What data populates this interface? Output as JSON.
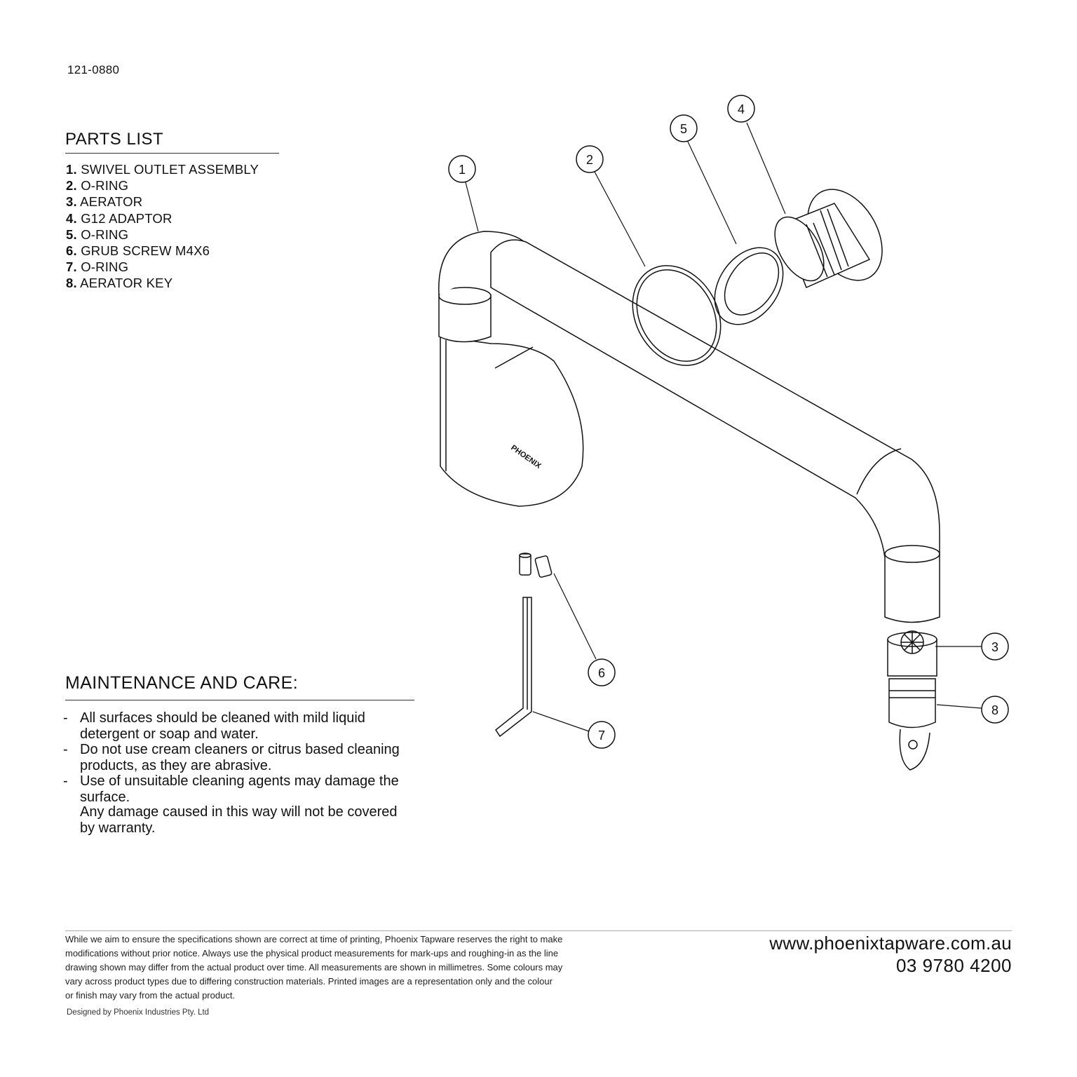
{
  "document": {
    "product_code": "121-0880"
  },
  "parts_list": {
    "title": "PARTS LIST",
    "items": [
      {
        "num": "1.",
        "label": "SWIVEL OUTLET ASSEMBLY"
      },
      {
        "num": "2.",
        "label": "O-RING"
      },
      {
        "num": "3.",
        "label": "AERATOR"
      },
      {
        "num": "4.",
        "label": "G12 ADAPTOR"
      },
      {
        "num": "5.",
        "label": "O-RING"
      },
      {
        "num": "6.",
        "label": "GRUB SCREW M4X6"
      },
      {
        "num": "7.",
        "label": "O-RING"
      },
      {
        "num": "8.",
        "label": "AERATOR KEY"
      }
    ]
  },
  "maintenance": {
    "title": "MAINTENANCE AND CARE:",
    "bullets": [
      "All surfaces should be cleaned with mild liquid detergent or soap and water.",
      "Do not use cream cleaners or citrus based cleaning products, as they are abrasive.",
      "Use of unsuitable cleaning agents may damage the surface."
    ],
    "note": "Any damage caused in this way will not be covered by warranty."
  },
  "drawing": {
    "brand_mark": "PHOENIX",
    "callouts": [
      "1",
      "2",
      "3",
      "4",
      "5",
      "6",
      "7",
      "8"
    ]
  },
  "footer": {
    "disclaimer": "While we aim to ensure the specifications shown are correct at time of printing, Phoenix Tapware reserves the right to make modifications without prior notice. Always use the physical product measurements for mark-ups and roughing-in as the line drawing shown may differ from the actual product over time. All measurements are shown in millimetres.  Some colours may vary across product types due to differing construction materials. Printed images are a representation only and the colour or finish may vary from the actual product.",
    "designed_by": "Designed by Phoenix Industries Pty. Ltd",
    "website": "www.phoenixtapware.com.au",
    "phone": "03 9780 4200"
  }
}
